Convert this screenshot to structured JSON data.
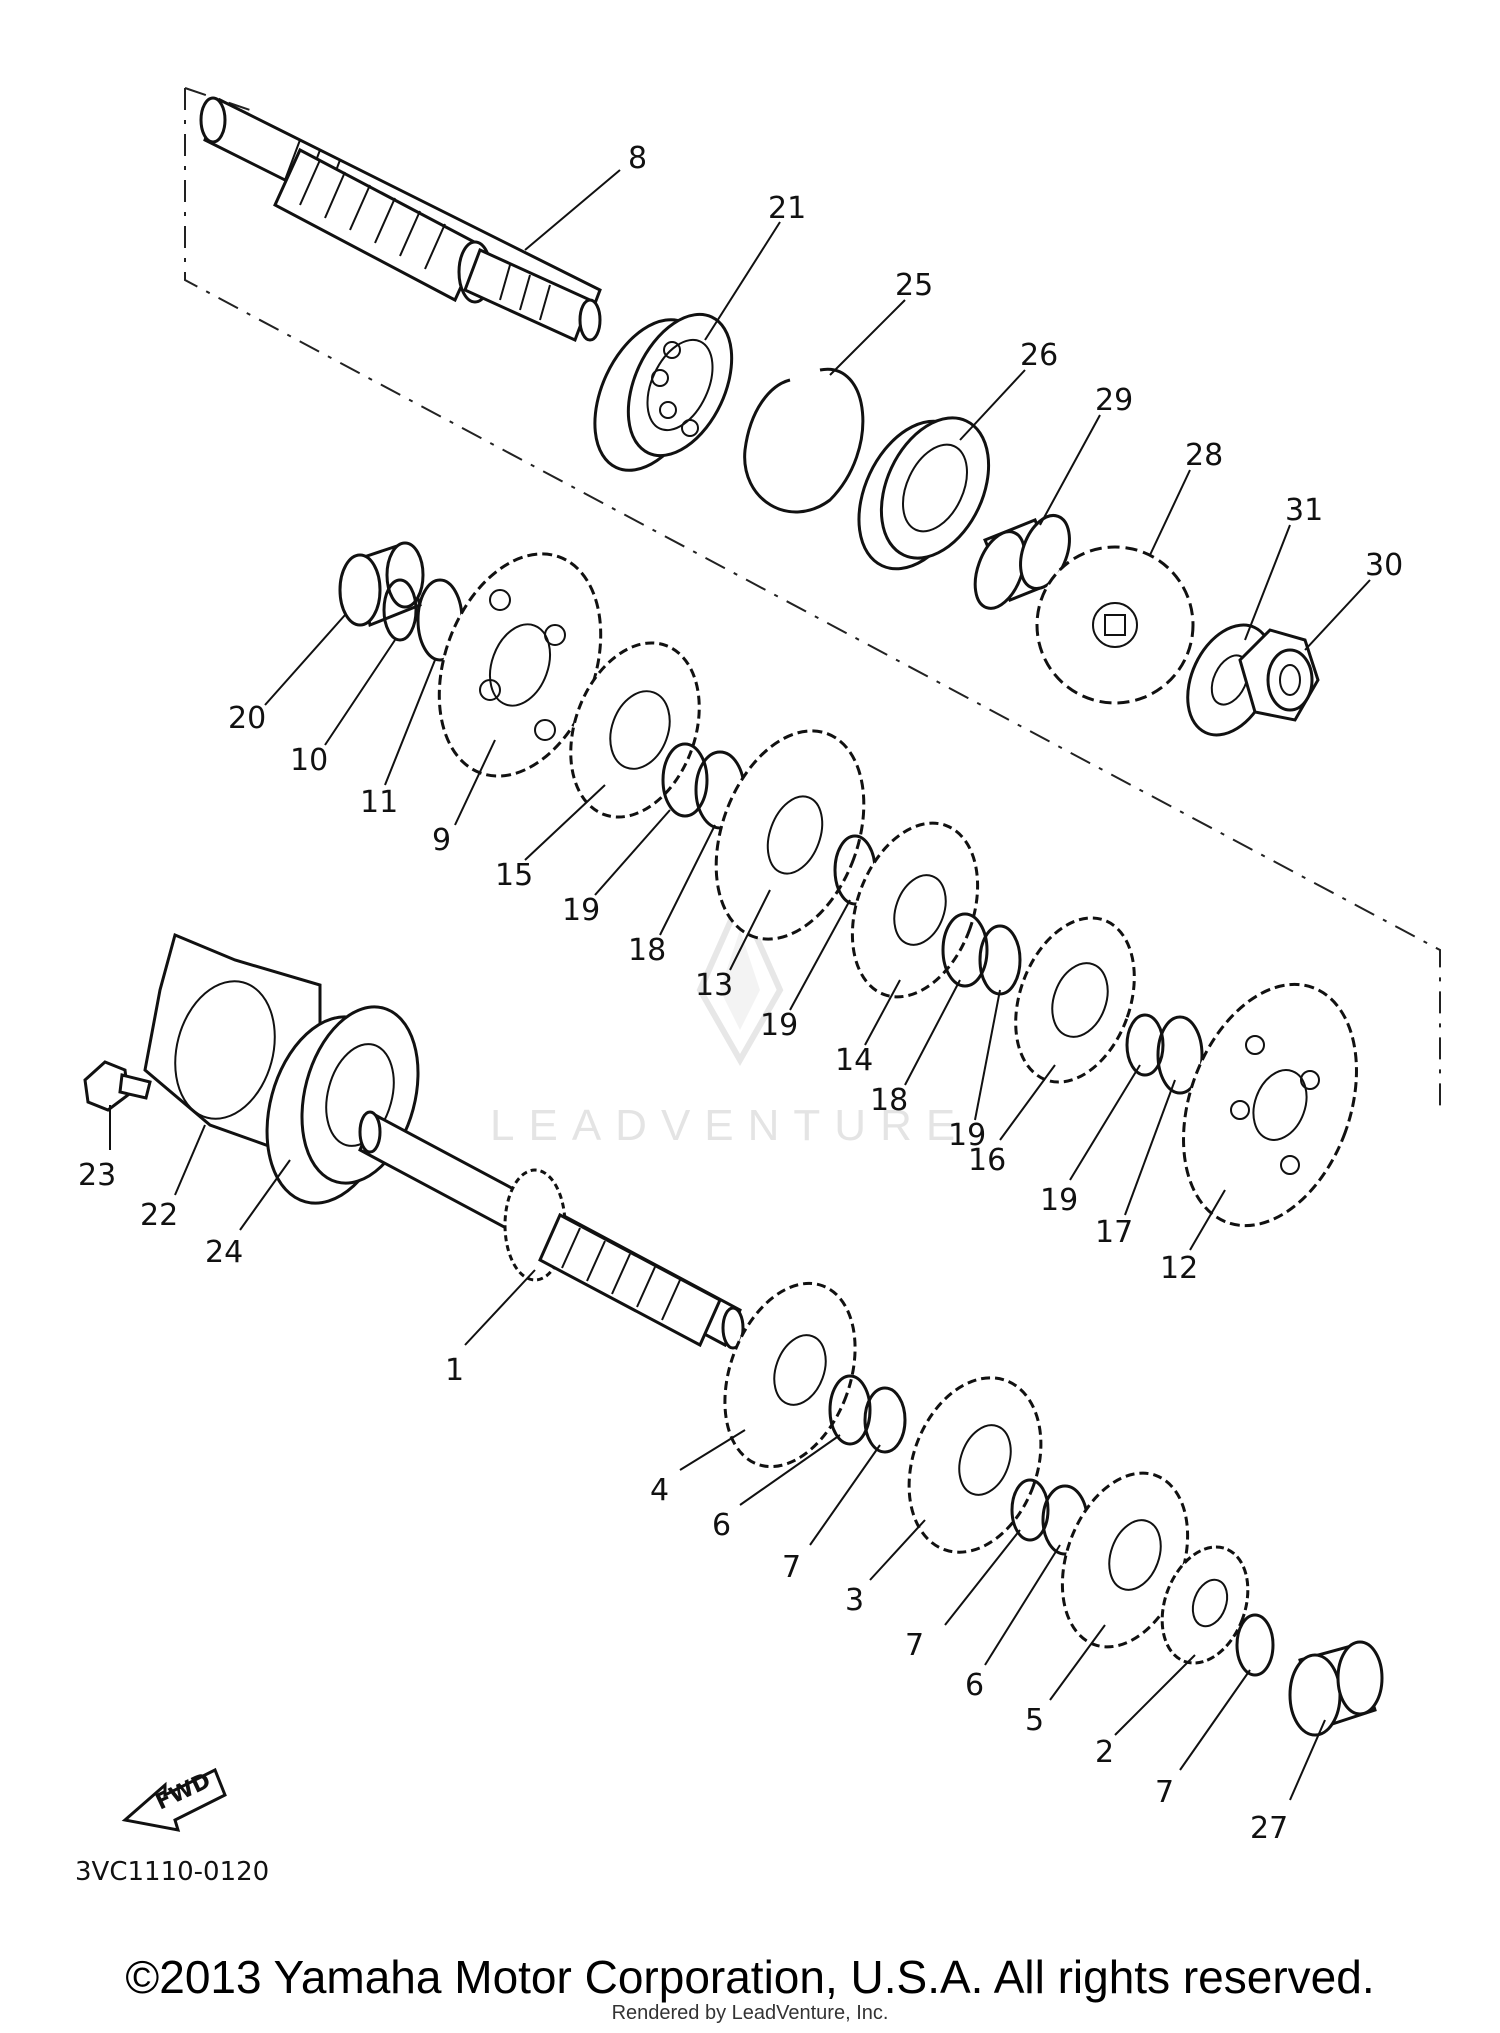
{
  "diagram": {
    "code": "3VC1110-0120",
    "fwd_label": "FWD",
    "watermark": "LEADVENTURE"
  },
  "callouts": [
    {
      "id": "c8",
      "label": "8"
    },
    {
      "id": "c21",
      "label": "21"
    },
    {
      "id": "c25",
      "label": "25"
    },
    {
      "id": "c26",
      "label": "26"
    },
    {
      "id": "c29",
      "label": "29"
    },
    {
      "id": "c28",
      "label": "28"
    },
    {
      "id": "c31",
      "label": "31"
    },
    {
      "id": "c30",
      "label": "30"
    },
    {
      "id": "c20",
      "label": "20"
    },
    {
      "id": "c10",
      "label": "10"
    },
    {
      "id": "c11",
      "label": "11"
    },
    {
      "id": "c9",
      "label": "9"
    },
    {
      "id": "c15",
      "label": "15"
    },
    {
      "id": "c19a",
      "label": "19"
    },
    {
      "id": "c18a",
      "label": "18"
    },
    {
      "id": "c13",
      "label": "13"
    },
    {
      "id": "c19b",
      "label": "19"
    },
    {
      "id": "c14",
      "label": "14"
    },
    {
      "id": "c18b",
      "label": "18"
    },
    {
      "id": "c19c",
      "label": "19"
    },
    {
      "id": "c16",
      "label": "16"
    },
    {
      "id": "c19d",
      "label": "19"
    },
    {
      "id": "c17",
      "label": "17"
    },
    {
      "id": "c12",
      "label": "12"
    },
    {
      "id": "c23",
      "label": "23"
    },
    {
      "id": "c22",
      "label": "22"
    },
    {
      "id": "c24",
      "label": "24"
    },
    {
      "id": "c1",
      "label": "1"
    },
    {
      "id": "c4",
      "label": "4"
    },
    {
      "id": "c6a",
      "label": "6"
    },
    {
      "id": "c7a",
      "label": "7"
    },
    {
      "id": "c3",
      "label": "3"
    },
    {
      "id": "c7b",
      "label": "7"
    },
    {
      "id": "c6b",
      "label": "6"
    },
    {
      "id": "c5",
      "label": "5"
    },
    {
      "id": "c2",
      "label": "2"
    },
    {
      "id": "c7c",
      "label": "7"
    },
    {
      "id": "c27",
      "label": "27"
    }
  ],
  "footer": {
    "copyright": "©2013 Yamaha Motor Corporation, U.S.A. All rights reserved.",
    "rendered_by": "Rendered by LeadVenture, Inc."
  }
}
